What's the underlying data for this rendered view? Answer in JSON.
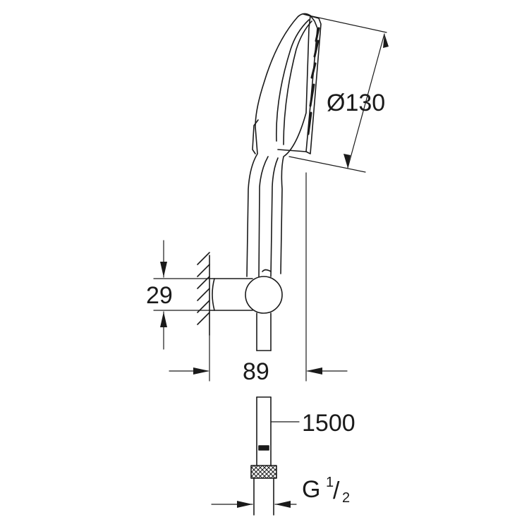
{
  "dimensions": {
    "head_diameter": "Ø130",
    "bracket_height": "29",
    "projection": "89",
    "hose_length": "1500",
    "thread_letter": "G",
    "thread_numerator": "1",
    "thread_slash": "/",
    "thread_denominator": "2"
  }
}
